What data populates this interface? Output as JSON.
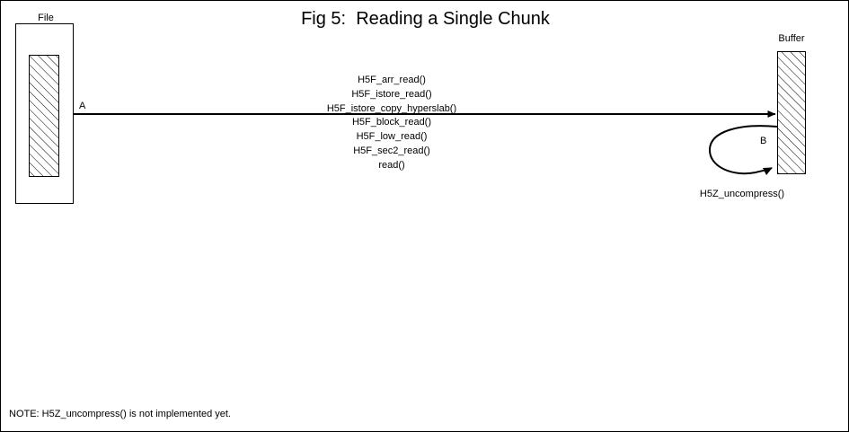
{
  "figure": {
    "title": "Fig 5:  Reading a Single Chunk",
    "note": "NOTE: H5Z_uncompress() is not implemented yet."
  },
  "nodes": {
    "file": {
      "label": "File"
    },
    "buffer": {
      "label": "Buffer"
    }
  },
  "edges": {
    "a": {
      "marker": "A",
      "calls": [
        "H5F_arr_read()",
        "H5F_istore_read()",
        "H5F_istore_copy_hyperslab()",
        "H5F_block_read()",
        "H5F_low_read()",
        "H5F_sec2_read()",
        "read()"
      ]
    },
    "b": {
      "marker": "B",
      "label": "H5Z_uncompress()"
    }
  },
  "colors": {
    "stroke": "#000000",
    "background": "#ffffff",
    "hatch": "#000000"
  }
}
